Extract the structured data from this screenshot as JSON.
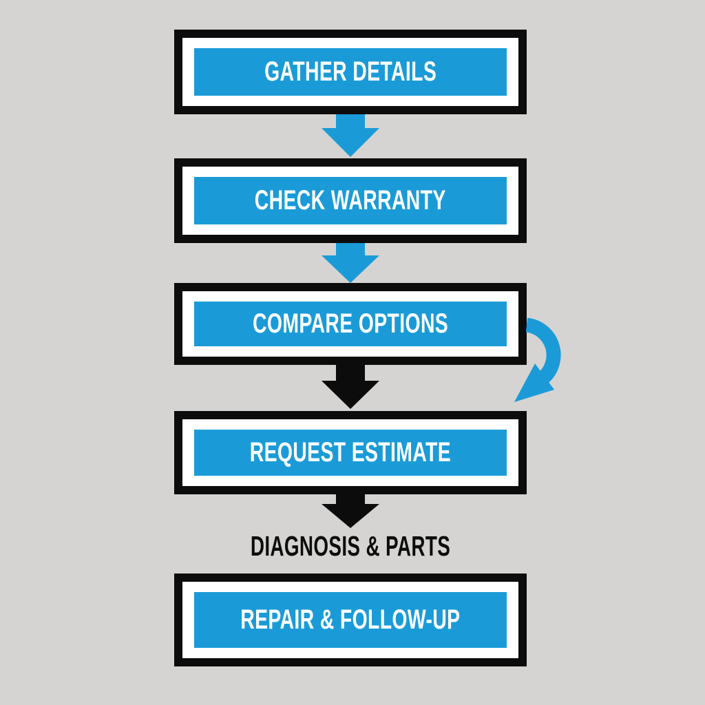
{
  "palette": {
    "blue": "#1a9bd7",
    "black": "#0c0c0c",
    "white": "#ffffff",
    "background": "#d5d4d2"
  },
  "flowchart": {
    "steps": [
      {
        "label": "GATHER DETAILS"
      },
      {
        "label": "CHECK WARRANTY"
      },
      {
        "label": "COMPARE OPTIONS"
      },
      {
        "label": "REQUEST ESTIMATE"
      },
      {
        "label": "REPAIR & FOLLOW-UP"
      }
    ],
    "annotation": "DIAGNOSIS & PARTS",
    "connectors": [
      {
        "from": "GATHER DETAILS",
        "to": "CHECK WARRANTY",
        "shape": "down-arrow",
        "color": "blue"
      },
      {
        "from": "CHECK WARRANTY",
        "to": "COMPARE OPTIONS",
        "shape": "down-arrow",
        "color": "blue"
      },
      {
        "from": "COMPARE OPTIONS",
        "to": "REQUEST ESTIMATE",
        "shape": "down-arrow",
        "color": "black"
      },
      {
        "from": "COMPARE OPTIONS",
        "to": "REQUEST ESTIMATE",
        "shape": "curved-right-arrow",
        "color": "blue"
      },
      {
        "from": "REQUEST ESTIMATE",
        "to": "DIAGNOSIS & PARTS",
        "shape": "down-arrow",
        "color": "black"
      }
    ]
  }
}
